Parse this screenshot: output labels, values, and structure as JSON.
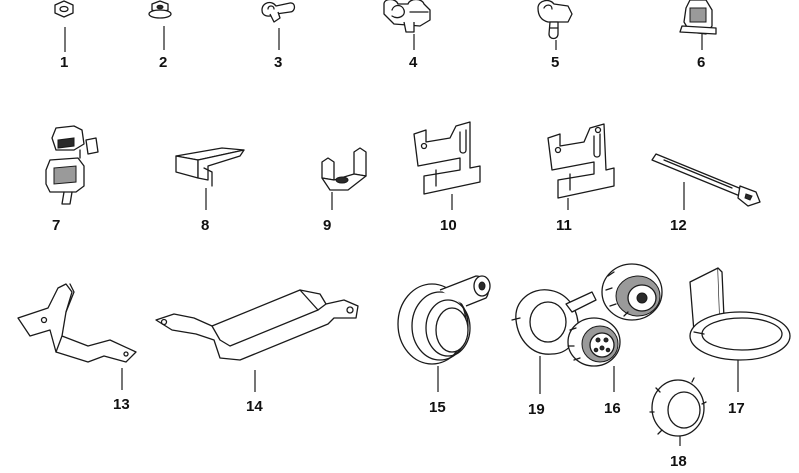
{
  "diagram": {
    "parts": [
      {
        "number": "1",
        "icon": "hex-nut-icon"
      },
      {
        "number": "2",
        "icon": "flange-nut-icon"
      },
      {
        "number": "3",
        "icon": "cable-clip-icon"
      },
      {
        "number": "4",
        "icon": "cable-holder-icon"
      },
      {
        "number": "5",
        "icon": "push-clip-icon"
      },
      {
        "number": "6",
        "icon": "edge-clip-icon"
      },
      {
        "number": "7",
        "icon": "double-clip-icon"
      },
      {
        "number": "8",
        "icon": "plate-clip-icon"
      },
      {
        "number": "9",
        "icon": "twin-holder-icon"
      },
      {
        "number": "10",
        "icon": "slotted-bracket-icon"
      },
      {
        "number": "11",
        "icon": "slotted-bracket-icon"
      },
      {
        "number": "12",
        "icon": "cable-tie-icon"
      },
      {
        "number": "13",
        "icon": "bent-bracket-icon"
      },
      {
        "number": "14",
        "icon": "long-bracket-icon"
      },
      {
        "number": "15",
        "icon": "rubber-grommet-icon"
      },
      {
        "number": "16",
        "icon": "round-connector-icon"
      },
      {
        "number": "17",
        "icon": "ring-holder-icon"
      },
      {
        "number": "18",
        "icon": "union-nut-icon"
      },
      {
        "number": "19",
        "icon": "seal-flange-icon"
      }
    ]
  }
}
